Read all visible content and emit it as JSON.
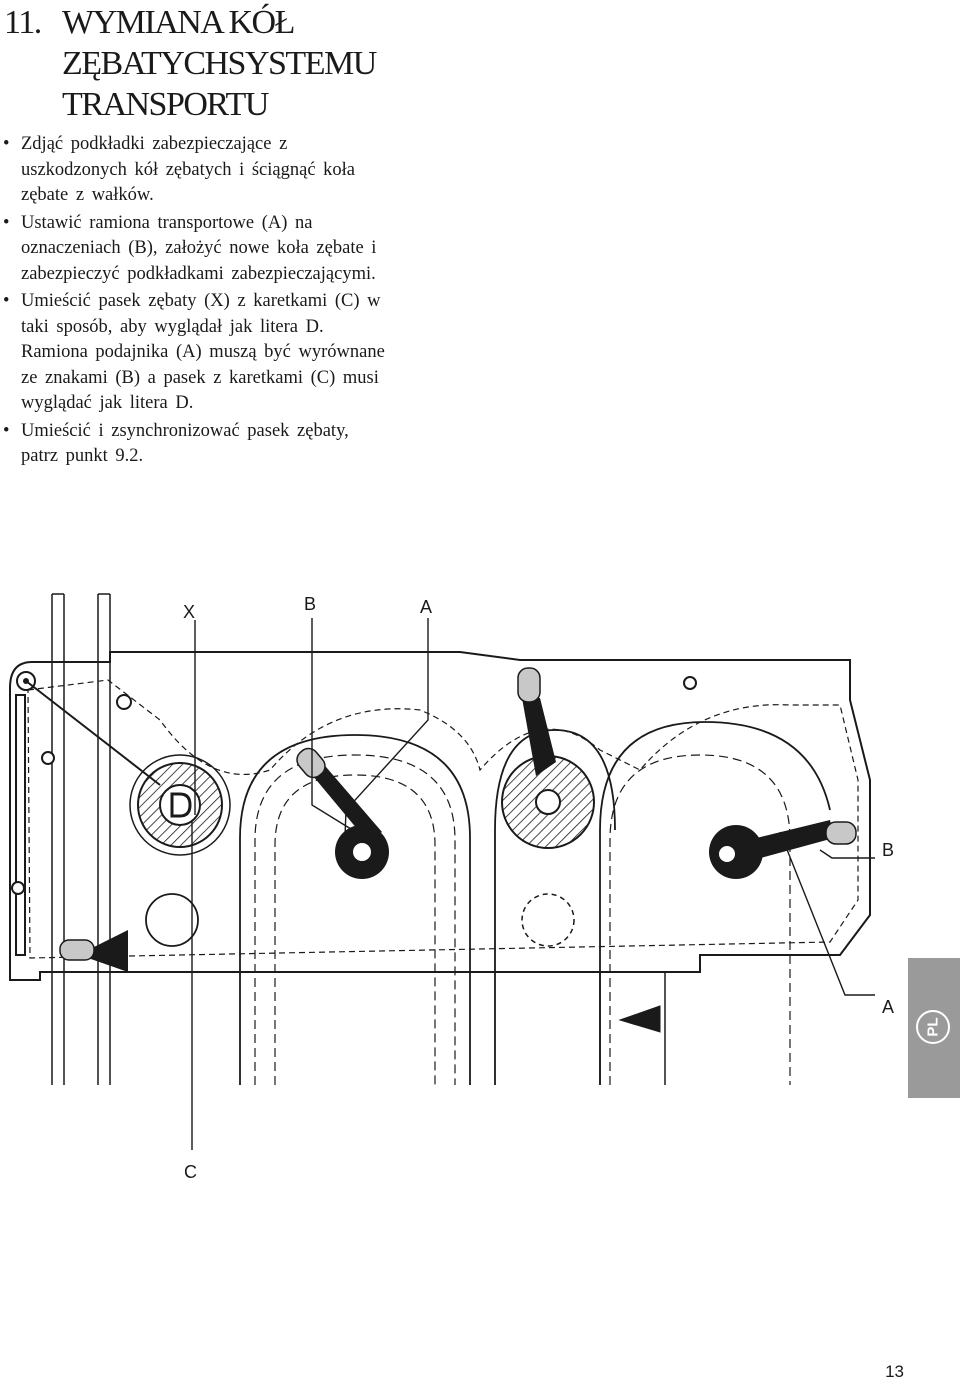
{
  "heading": {
    "number": "11.",
    "title_lines": [
      "WYMIANA KÓŁ",
      "ZĘBATYCHSYSTEMU",
      "TRANSPORTU"
    ]
  },
  "bullet_symbol": "•",
  "bullets": [
    {
      "lines": [
        "Zdjąć podkładki zabezpieczające z",
        "uszkodzonych kół zębatych i ściągnąć koła",
        "zębate z wałków."
      ]
    },
    {
      "lines": [
        "Ustawić ramiona transportowe (A) na",
        "oznaczeniach (B), założyć nowe koła zębate  i",
        "zabezpieczyć podkładkami zabezpieczającymi."
      ]
    },
    {
      "lines": [
        "Umieścić pasek zębaty (X) z karetkami (C) w",
        "taki sposób, aby wyglądał jak litera D.",
        "Ramiona podajnika (A) muszą być wyrównane",
        "ze znakami (B) a pasek z karetkami (C) musi",
        "wyglądać jak litera D."
      ]
    },
    {
      "lines": [
        "Umieścić i zsynchronizować pasek zębaty,",
        "patrz punkt 9.2."
      ]
    }
  ],
  "diagram": {
    "callouts": {
      "x_top": "X",
      "b_top": "B",
      "a_top": "A",
      "b_right": "B",
      "a_right": "A",
      "c_bottom": "C"
    }
  },
  "side_tab": {
    "label": "PL",
    "color": "#9a9a9a"
  },
  "page_number": "13"
}
